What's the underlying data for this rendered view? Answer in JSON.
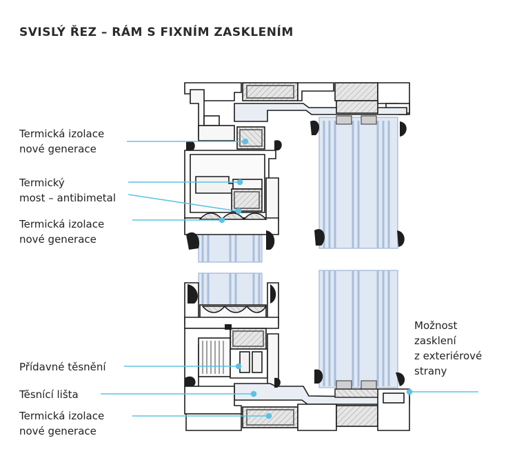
{
  "title": "SVISLÝ ŘEZ – RÁM S FIXNÍM ZASKLENÍM",
  "labels": {
    "termicka_izolace_1": [
      "Termická izolace",
      "nové generace"
    ],
    "termicky_most": [
      "Termický",
      "most – antibimetal"
    ],
    "termicka_izolace_2": [
      "Termická izolace",
      "nové generace"
    ],
    "pridavne_tesneni": [
      "Přídavné těsnění"
    ],
    "tesnici_lista": [
      "Těsnící lišta"
    ],
    "termicka_izolace_3": [
      "Termická izolace",
      "nové generace"
    ],
    "moznost_zaskleni": [
      "Možnost",
      "zasklení",
      "z exteriérové",
      "strany"
    ]
  },
  "colors": {
    "leader": "#5bc3e2",
    "profile_stroke": "#1a1a1a",
    "glass": "#c9d9ec",
    "glass_dark": "#8fa9cf",
    "insulation": "#e3e3e3",
    "gasket": "#1e1e1e",
    "fill_light": "#f2f2f2"
  }
}
